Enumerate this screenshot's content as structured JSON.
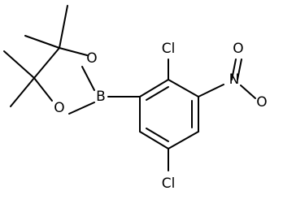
{
  "molecule": {
    "atoms": {
      "chlorine_top": "Cl",
      "chlorine_bottom": "Cl",
      "nitro_oxygen_top": "O",
      "nitro_nitrogen": "N",
      "nitro_oxygen_bottom": "O",
      "boron": "B",
      "ring_oxygen_top": "O",
      "ring_oxygen_bottom": "O"
    },
    "colors": {
      "line": "#000000",
      "background": "#ffffff"
    }
  }
}
